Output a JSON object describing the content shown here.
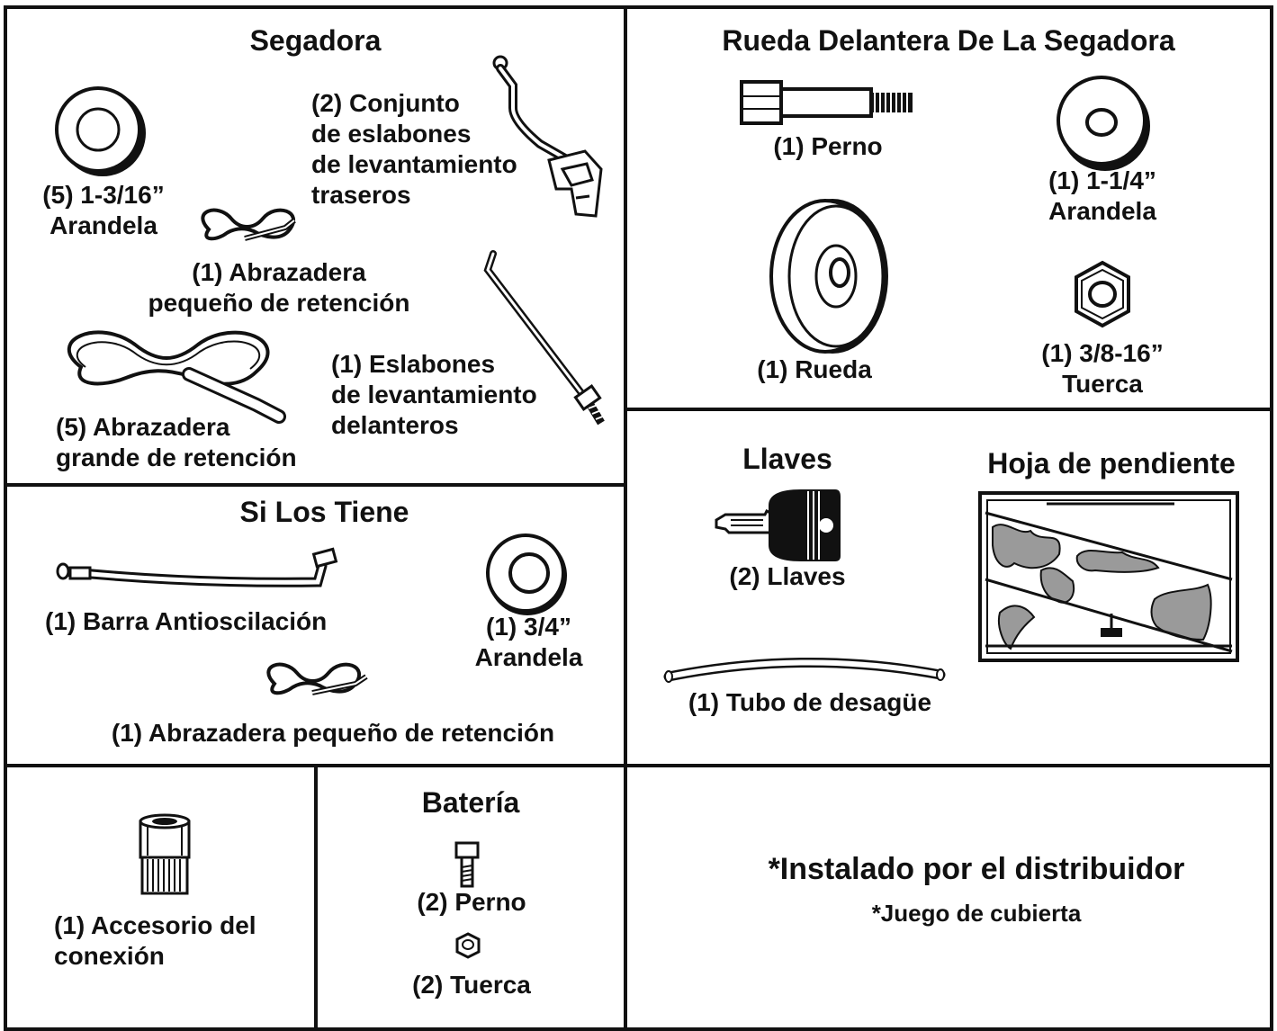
{
  "colors": {
    "ink": "#111111",
    "stain": "#9a9a9a",
    "paper": "#ffffff"
  },
  "segadora": {
    "title": "Segadora",
    "washer_label": "(5) 1-3/16”\nArandela",
    "rear_links_label": "(2) Conjunto\nde eslabones\nde levantamiento\ntraseros",
    "small_clip_label": "(1) Abrazadera\npequeño de retención",
    "large_clip_label": "(5) Abrazadera\ngrande de retención",
    "front_links_label": "(1) Eslabones\nde levantamiento\ndelanteros"
  },
  "rueda": {
    "title": "Rueda Delantera De La Segadora",
    "bolt_label": "(1) Perno",
    "washer_label": "(1) 1-1/4”\nArandela",
    "wheel_label": "(1) Rueda",
    "nut_label": "(1) 3/8-16”\nTuerca"
  },
  "si_los_tiene": {
    "title": "Si Los Tiene",
    "bar_label": "(1) Barra Antioscilación",
    "washer_label": "(1) 3/4”\nArandela",
    "clip_label": "(1) Abrazadera pequeño de retención"
  },
  "llaves": {
    "title": "Llaves",
    "keys_label": "(2) Llaves",
    "tube_label": "(1) Tubo de desagüe"
  },
  "pendiente": {
    "title": "Hoja de pendiente"
  },
  "conexion": {
    "label": "(1) Accesorio del\nconexión"
  },
  "bateria": {
    "title": "Batería",
    "bolt_label": "(2) Perno",
    "nut_label": "(2) Tuerca"
  },
  "distribuidor": {
    "title": "*Instalado por el distribuidor",
    "subtitle": "*Juego de cubierta"
  }
}
